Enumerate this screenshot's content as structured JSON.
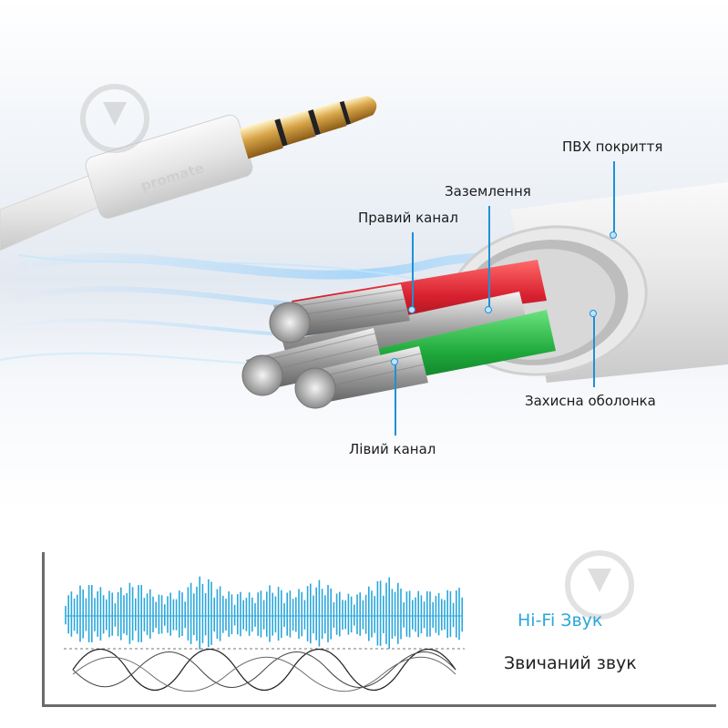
{
  "brand": "promate",
  "labels": {
    "pvc": "ПВХ покриття",
    "ground": "Заземлення",
    "right": "Правий канал",
    "shield": "Захисна оболонка",
    "left": "Лівий канал"
  },
  "legend": {
    "hifi": "Hi-Fi Звук",
    "normal": "Звичаний звук"
  },
  "colors": {
    "accent": "#2aa7db",
    "leader": "#1e90d8",
    "right_wire": "#d8202f",
    "left_wire": "#1ea83a"
  }
}
